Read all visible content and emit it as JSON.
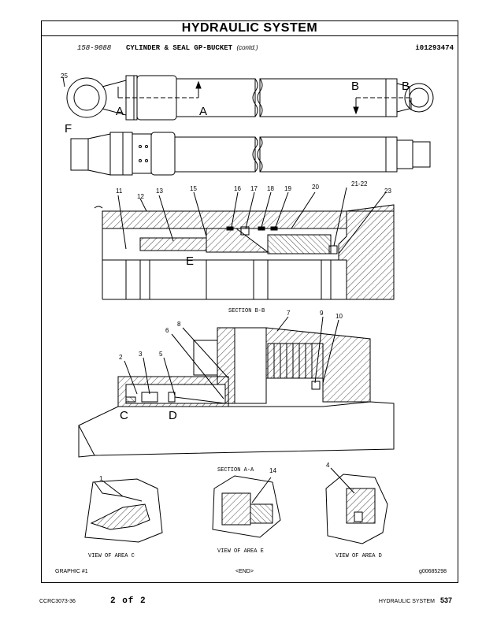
{
  "header": {
    "title": "HYDRAULIC SYSTEM",
    "part_number": "158-9088",
    "part_name": "CYLINDER & SEAL GP-BUCKET",
    "contd": "(contd.)",
    "illustration_id": "i01293474"
  },
  "views": {
    "section_bb": "SECTION B-B",
    "section_aa": "SECTION A-A",
    "view_c": "VIEW OF AREA C",
    "view_e": "VIEW OF AREA E",
    "view_d": "VIEW OF AREA D",
    "letters": {
      "a": "A",
      "b": "B",
      "c": "C",
      "d": "D",
      "e": "E",
      "f": "F"
    }
  },
  "callouts": {
    "c1": "1",
    "c2": "2",
    "c3": "3",
    "c4": "4",
    "c5": "5",
    "c6": "6",
    "c7": "7",
    "c8": "8",
    "c9": "9",
    "c10": "10",
    "c11": "11",
    "c12": "12",
    "c13": "13",
    "c14": "14",
    "c15": "15",
    "c16": "16",
    "c17": "17",
    "c18": "18",
    "c19": "19",
    "c20": "20",
    "c21_22": "21-22",
    "c23": "23",
    "c25": "25"
  },
  "graphic": {
    "label": "GRAPHIC #1",
    "end": "<END>",
    "ref": "g00685298"
  },
  "footer": {
    "doc_ref": "CCRC3073-36",
    "page_of": "2 of 2",
    "section": "HYDRAULIC SYSTEM",
    "page": "537"
  }
}
